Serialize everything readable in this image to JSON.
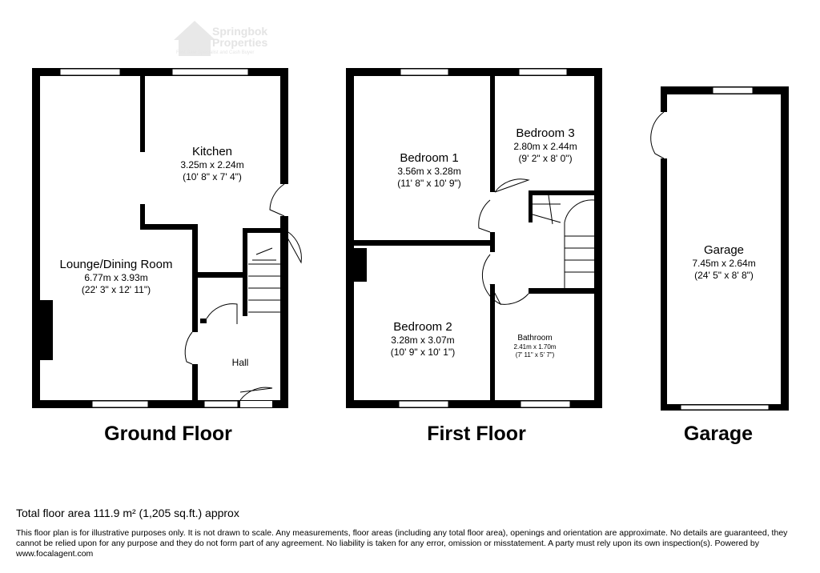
{
  "logo": {
    "name_line1": "Springbok",
    "name_line2": "Properties",
    "tagline": "Fast Sale Specialist and Cash Buyer"
  },
  "floors": [
    {
      "label": "Ground Floor",
      "rooms": [
        {
          "name": "Kitchen",
          "metric": "3.25m x 2.24m",
          "imperial": "(10' 8\" x 7' 4\")"
        },
        {
          "name": "Lounge/Dining Room",
          "metric": "6.77m x 3.93m",
          "imperial": "(22' 3\" x 12' 11\")"
        },
        {
          "name": "Hall"
        }
      ]
    },
    {
      "label": "First Floor",
      "rooms": [
        {
          "name": "Bedroom 1",
          "metric": "3.56m x 3.28m",
          "imperial": "(11' 8\" x 10' 9\")"
        },
        {
          "name": "Bedroom 3",
          "metric": "2.80m x 2.44m",
          "imperial": "(9' 2\" x 8' 0\")"
        },
        {
          "name": "Bedroom 2",
          "metric": "3.28m x 3.07m",
          "imperial": "(10' 9\" x 10' 1\")"
        },
        {
          "name": "Bathroom",
          "metric": "2.41m x 1.70m",
          "imperial": "(7' 11\" x 5' 7\")"
        }
      ]
    },
    {
      "label": "Garage",
      "rooms": [
        {
          "name": "Garage",
          "metric": "7.45m x 2.64m",
          "imperial": "(24' 5\" x 8' 8\")"
        }
      ]
    }
  ],
  "total_area": "Total floor area 111.9 m² (1,205 sq.ft.) approx",
  "disclaimer": "This floor plan is for illustrative purposes only. It is not drawn to scale. Any measurements, floor areas (including any total floor area), openings and orientation are approximate. No details are guaranteed, they cannot be relied upon for any purpose and they do not form part of any agreement. No liability is taken for any error, omission or misstatement. A party must rely upon its own inspection(s). Powered by www.focalagent.com"
}
